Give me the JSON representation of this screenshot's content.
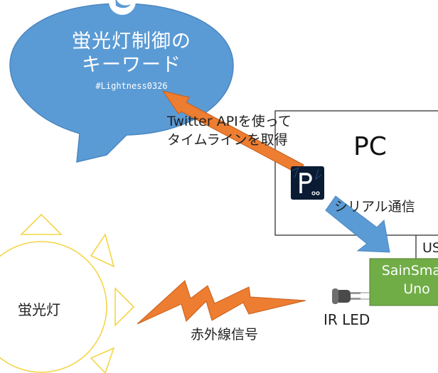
{
  "bubble": {
    "line1": "蛍光灯制御の",
    "line2": "キーワード",
    "hashtag": "#Lightness0326"
  },
  "arrows": {
    "twitter_api_line1": "Twitter APIを使って",
    "twitter_api_line2": "タイムラインを取得",
    "serial": "シリアル通信",
    "infrared": "赤外線信号"
  },
  "pc": {
    "label": "PC"
  },
  "usb": {
    "label": "US"
  },
  "board": {
    "line1": "SainSmart",
    "line2": "Uno"
  },
  "ir_led": {
    "label": "IR LED"
  },
  "lamp": {
    "label": "蛍光灯"
  },
  "icons": {
    "twitter": "twitter-bird-icon",
    "processing": "processing-logo-icon",
    "led": "ir-led-icon",
    "lamp": "sun-lamp-icon"
  },
  "colors": {
    "bubble": "#5b9bd5",
    "twitter_arrow": "#ed7d31",
    "serial_arrow": "#5b9bd5",
    "signal_bolt": "#ed7d31",
    "board": "#70ad47",
    "lamp_outline": "#f5d547"
  }
}
